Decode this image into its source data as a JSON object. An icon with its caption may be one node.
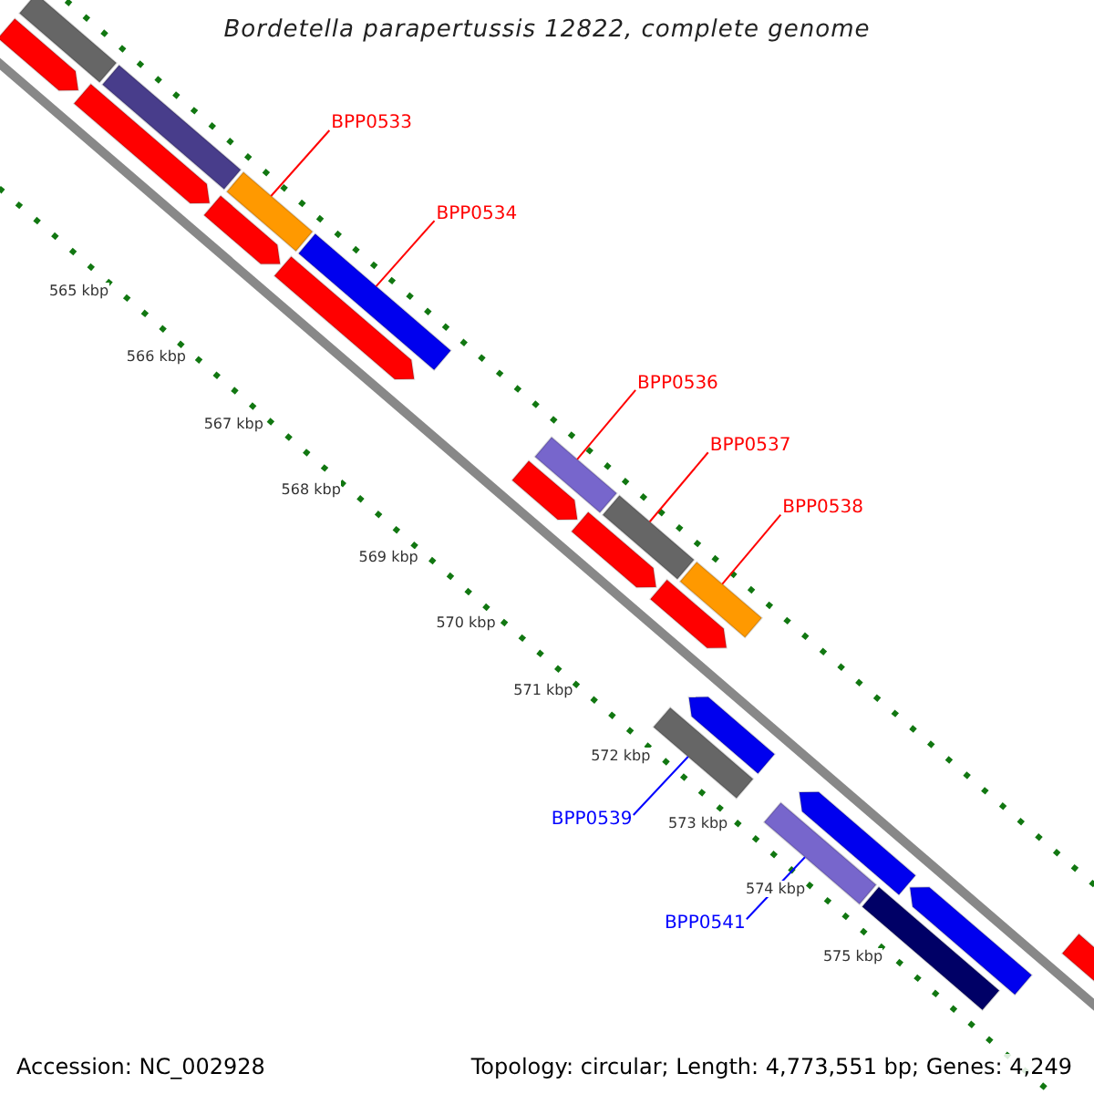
{
  "diagram": {
    "title": "Bordetella parapertussis 12822, complete genome",
    "nodes": [
      {
        "text": [
          "BPP0533"
        ]
      },
      {
        "text": [
          "BPP0534"
        ]
      },
      {
        "text": [
          "BPP0536"
        ]
      },
      {
        "text": [
          "BPP0537"
        ]
      },
      {
        "text": [
          "BPP0538"
        ]
      },
      {
        "text": [
          "BPP0539"
        ]
      },
      {
        "text": [
          "BPP0541"
        ]
      },
      {
        "text": [],
        "shape": "bar"
      },
      {
        "text": [],
        "shape": "arrow"
      },
      {
        "text": [],
        "shape": "arrow"
      },
      {
        "text": [],
        "shape": "bar"
      },
      {
        "text": [],
        "shape": "arrow"
      },
      {
        "text": [],
        "shape": "bar"
      },
      {
        "text": [],
        "shape": "arrow"
      },
      {
        "text": [],
        "shape": "bar"
      },
      {
        "text": [],
        "shape": "arrow"
      },
      {
        "text": [],
        "shape": "bar"
      },
      {
        "text": [],
        "shape": "arrow"
      },
      {
        "text": [],
        "shape": "bar"
      },
      {
        "text": [],
        "shape": "arrow"
      },
      {
        "text": [],
        "shape": "bar"
      },
      {
        "text": [],
        "shape": "bar"
      },
      {
        "text": [],
        "shape": "arrow"
      },
      {
        "text": [],
        "shape": "bar"
      },
      {
        "text": [],
        "shape": "arrow"
      },
      {
        "text": [],
        "shape": "bar"
      },
      {
        "text": [],
        "shape": "arrow"
      },
      {
        "text": [],
        "shape": "arrow"
      }
    ],
    "edges": [
      {
        "from": 0,
        "to": 12,
        "arrow": "none"
      },
      {
        "from": 1,
        "to": 14,
        "arrow": "none"
      },
      {
        "from": 2,
        "to": 16,
        "arrow": "none"
      },
      {
        "from": 3,
        "to": 18,
        "arrow": "none"
      },
      {
        "from": 4,
        "to": 20,
        "arrow": "none"
      },
      {
        "from": 5,
        "to": 21,
        "arrow": "none",
        "color": "#0000ff"
      },
      {
        "from": 6,
        "to": 23,
        "arrow": "none",
        "color": "#0000ff"
      }
    ],
    "labels": [
      "565 kbp",
      "566 kbp",
      "567 kbp",
      "568 kbp",
      "569 kbp",
      "570 kbp",
      "571 kbp",
      "572 kbp",
      "573 kbp",
      "574 kbp",
      "575 kbp",
      "Accession: NC_002928",
      "Topology: circular; Length: 4,773,551 bp; Genes: 4,249"
    ]
  }
}
